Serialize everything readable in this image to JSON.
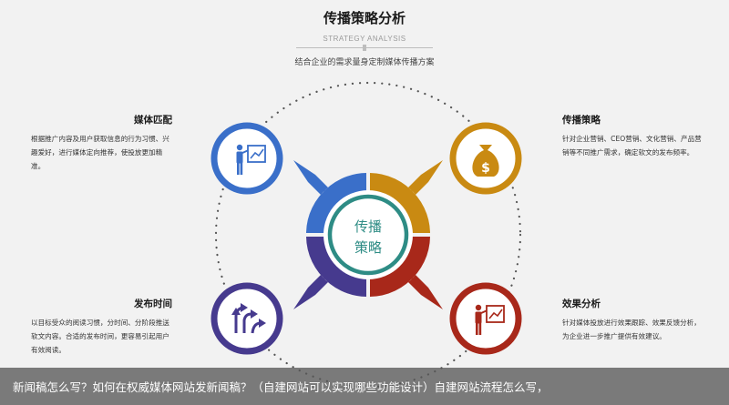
{
  "header": {
    "title": "传播策略分析",
    "subtitle": "STRATEGY ANALYSIS",
    "description": "结合企业的需求量身定制媒体传播方案"
  },
  "center": {
    "line1": "传播",
    "line2": "策略"
  },
  "sections": {
    "media_match": {
      "title": "媒体匹配",
      "text": "根据推广内容及用户获取信息的行为习惯、兴趣爱好，进行媒体定向推荐，使投放更加精准。",
      "color": "#3a6fc9",
      "icon": "presenter-board-icon"
    },
    "strategy": {
      "title": "传播策略",
      "text": "针对企业营销、CEO营销、文化营销、产品营销等不同推广需求，确定软文的发布频率。",
      "color": "#c98a12",
      "icon": "money-bag-icon"
    },
    "publish_time": {
      "title": "发布时间",
      "text": "以目标受众的阅读习惯，分时间、分阶段推送软文内容。合适的发布时间，更容易引起用户有效阅读。",
      "color": "#463a8e",
      "icon": "arrows-icon"
    },
    "effect": {
      "title": "效果分析",
      "text": "针对媒体投放进行效果跟踪、效果反馈分析，为企业进一步推广提供有效建议。",
      "color": "#a8281a",
      "icon": "presenter-chart-icon"
    }
  },
  "center_ring_color": "#2e8c85",
  "footer": {
    "caption": "新闻稿怎么写？如何在权威媒体网站发新闻稿？（自建网站可以实现哪些功能设计）自建网站流程怎么写，"
  }
}
